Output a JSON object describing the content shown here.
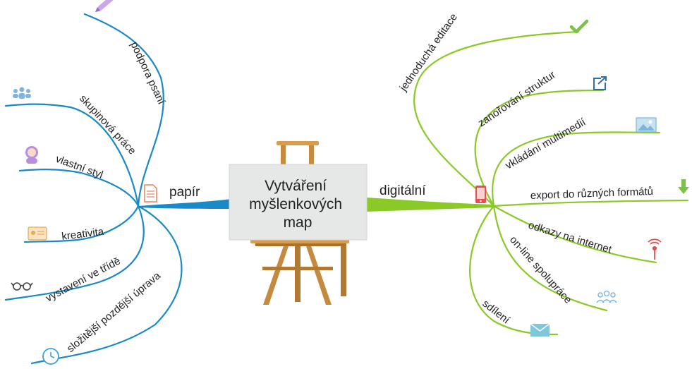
{
  "center": {
    "lines": [
      "Vytváření",
      "myšlenkových",
      "map"
    ]
  },
  "colors": {
    "paper": "#1a8ac6",
    "digital": "#8ac926",
    "canvas": "#e6e7e7",
    "wood": "#c48a3e"
  },
  "left": {
    "label": "papír",
    "icon": "document-icon",
    "branches": [
      {
        "label": "podpora psaní",
        "icon": "pen-icon"
      },
      {
        "label": "skupinová práce",
        "icon": "group-icon"
      },
      {
        "label": "vlastní styl",
        "icon": "person-icon"
      },
      {
        "label": "kreativita",
        "icon": "id-card-icon"
      },
      {
        "label": "vystavení ve třídě",
        "icon": "glasses-icon"
      },
      {
        "label": "složitější pozdější úprava",
        "icon": "clock-icon"
      }
    ]
  },
  "right": {
    "label": "digitální",
    "icon": "smartphone-icon",
    "branches": [
      {
        "label": "jednoduchá editace",
        "icon": "checkmark-icon"
      },
      {
        "label": "zanořování struktur",
        "icon": "share-icon"
      },
      {
        "label": "vkládání multimedií",
        "icon": "image-icon"
      },
      {
        "label": "export do různých formátů",
        "icon": "download-icon"
      },
      {
        "label": "odkazy na internet",
        "icon": "broadcast-icon"
      },
      {
        "label": "on-line spolupráce",
        "icon": "group-icon"
      },
      {
        "label": "sdílení",
        "icon": "envelope-icon"
      }
    ]
  }
}
